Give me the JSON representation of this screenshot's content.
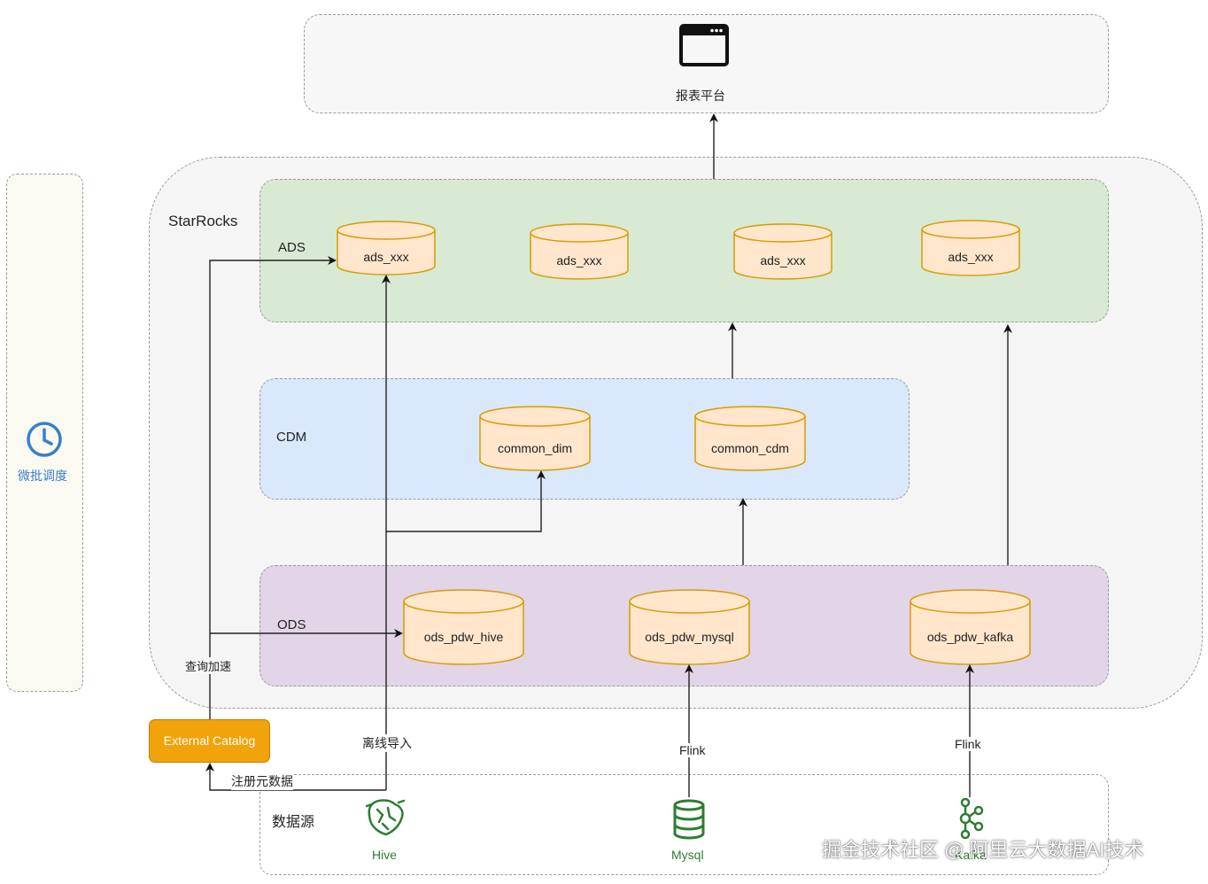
{
  "report": {
    "label": "报表平台"
  },
  "scheduler": {
    "label": "微批调度"
  },
  "starrocks": {
    "label": "StarRocks"
  },
  "layers": {
    "ads": {
      "label": "ADS",
      "tables": [
        "ads_xxx",
        "ads_xxx",
        "ads_xxx",
        "ads_xxx"
      ]
    },
    "cdm": {
      "label": "CDM",
      "tables": [
        "common_dim",
        "common_cdm"
      ]
    },
    "ods": {
      "label": "ODS",
      "tables": [
        "ods_pdw_hive",
        "ods_pdw_mysql",
        "ods_pdw_kafka"
      ]
    }
  },
  "external_catalog": {
    "label": "External Catalog"
  },
  "edge_labels": {
    "query_accel": "查询加速",
    "offline_import": "离线导入",
    "register_meta": "注册元数据",
    "flink_mysql": "Flink",
    "flink_kafka": "Flink"
  },
  "sources": {
    "label": "数据源",
    "items": [
      "Hive",
      "Mysql",
      "Kafka"
    ]
  },
  "watermark": "掘金技术社区 @ 阿里云大数据AI技术",
  "colors": {
    "ads_bg": "#d8ead3",
    "cdm_bg": "#dae8fc",
    "ods_bg": "#e1d5e7",
    "cyl_fill": "#ffe6cc",
    "cyl_stroke": "#d79b00",
    "catalog": "#f0a30a",
    "source_green": "#2e7d32",
    "scheduler_blue": "#3a7fc4"
  }
}
